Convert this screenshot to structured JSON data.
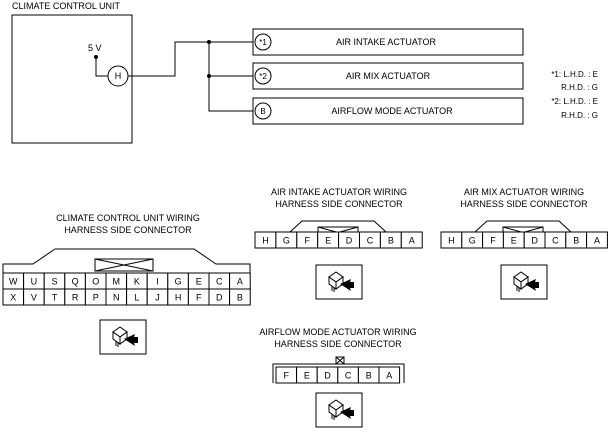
{
  "unit": {
    "title": "CLIMATE CONTROL UNIT",
    "voltage": "5 V",
    "terminal": "H"
  },
  "actuators": [
    {
      "terminal": "*1",
      "label": "AIR INTAKE ACTUATOR"
    },
    {
      "terminal": "*2",
      "label": "AIR MIX ACTUATOR"
    },
    {
      "terminal": "B",
      "label": "AIRFLOW MODE ACTUATOR"
    }
  ],
  "notes": {
    "n1_line1": "*1: L.H.D. : E",
    "n1_line2": "R.H.D. : G",
    "n2_line1": "*2: L.H.D. : E",
    "n2_line2": "R.H.D. : G"
  },
  "connectors": {
    "ccu": {
      "title_line1": "CLIMATE CONTROL UNIT WIRING",
      "title_line2": "HARNESS SIDE CONNECTOR",
      "top_row": [
        "W",
        "U",
        "S",
        "Q",
        "O",
        "M",
        "K",
        "I",
        "G",
        "E",
        "C",
        "A"
      ],
      "bottom_row": [
        "X",
        "V",
        "T",
        "R",
        "P",
        "N",
        "L",
        "J",
        "H",
        "F",
        "D",
        "B"
      ]
    },
    "air_intake": {
      "title_line1": "AIR INTAKE ACTUATOR WIRING",
      "title_line2": "HARNESS SIDE CONNECTOR",
      "pins": [
        "H",
        "G",
        "F",
        "E",
        "D",
        "C",
        "B",
        "A"
      ]
    },
    "air_mix": {
      "title_line1": "AIR MIX ACTUATOR WIRING",
      "title_line2": "HARNESS SIDE CONNECTOR",
      "pins": [
        "H",
        "G",
        "F",
        "E",
        "D",
        "C",
        "B",
        "A"
      ]
    },
    "airflow_mode": {
      "title_line1": "AIRFLOW MODE ACTUATOR WIRING",
      "title_line2": "HARNESS SIDE CONNECTOR",
      "pins": [
        "F",
        "E",
        "D",
        "C",
        "B",
        "A"
      ]
    }
  }
}
